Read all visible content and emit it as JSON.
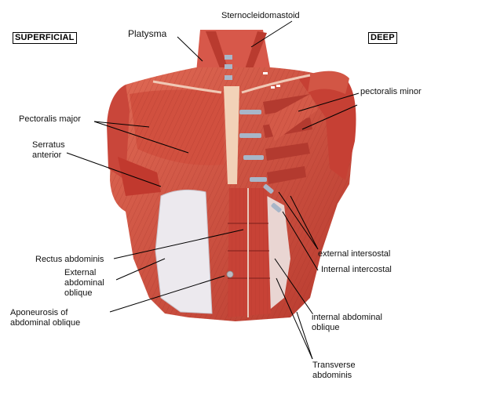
{
  "headings": {
    "left": "SUPERFICIAL",
    "right": "DEEP"
  },
  "labels": {
    "sternocleidomastoid": "Sternocleidomastoid",
    "platysma": "Platysma",
    "pectoralis_minor": "pectoralis minor",
    "pectoralis_major": "Pectoralis major",
    "serratus_anterior": "Serratus\nanterior",
    "rectus_abdominis": "Rectus abdominis",
    "external_intercostal": "external intersostal",
    "internal_intercostal": "Internal intercostal",
    "external_abdominal_oblique": "External\nabdominal\noblique",
    "aponeurosis": "Aponeurosis of\nabdominal oblique",
    "internal_abdominal_oblique": "internal abdominal\noblique",
    "transverse_abdominis": "Transverse\nabdominis"
  },
  "colors": {
    "muscle": "#cf4a3c",
    "muscle_dark": "#a9322a",
    "muscle_light": "#e27a66",
    "skin": "#efb8a0",
    "aponeurosis": "#ece9ee",
    "cartilage": "#a8b6c8",
    "tendon": "#f2d2b8",
    "leader_line": "#000000"
  }
}
